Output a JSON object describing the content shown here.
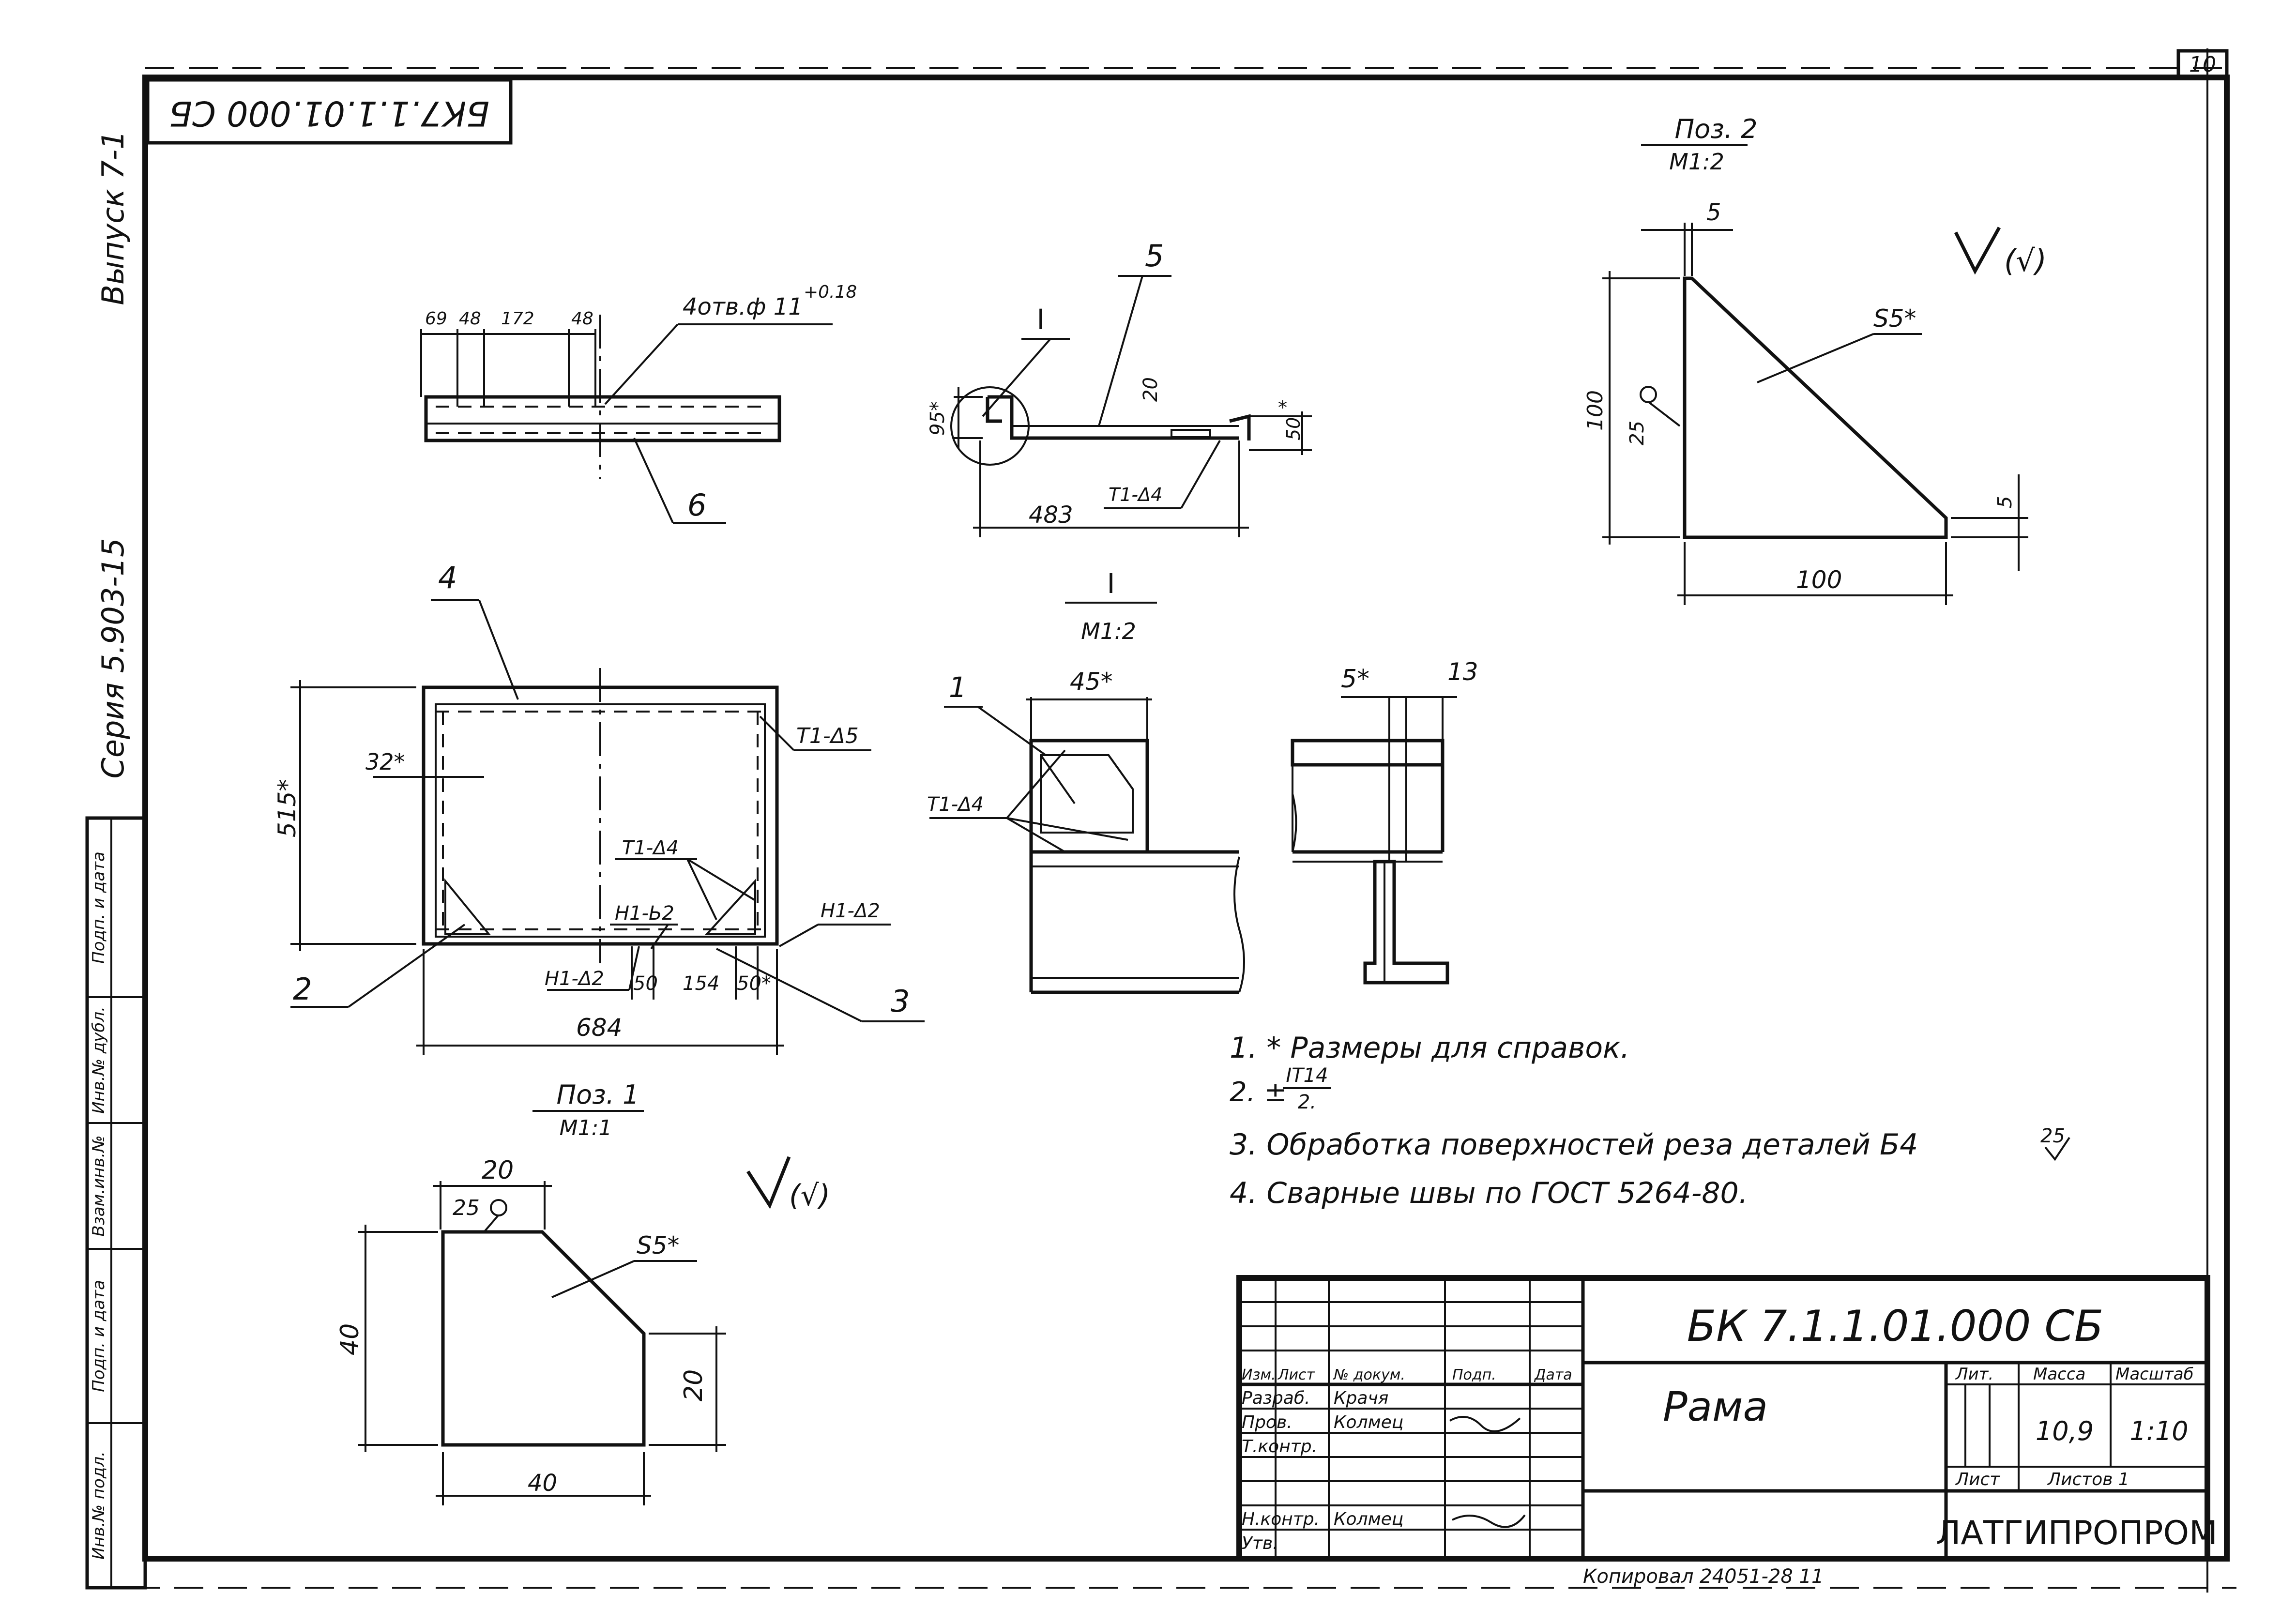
{
  "sheet_number": "10",
  "rotated_code": "БК7.1.1.01.000 СБ",
  "side_labels": {
    "issue": "Выпуск 7-1",
    "series": "Серия 5.903-15"
  },
  "stamp_column": [
    "Инв.№ подл.",
    "Подп. и дата",
    "Взам.инв.№",
    "Инв.№ дубл.",
    "Подп. и дата"
  ],
  "view_top": {
    "dims": [
      "69",
      "48",
      "172",
      "48"
    ],
    "holes": "4отв.ф 11",
    "tolerance": "+0.18",
    "leader": "6"
  },
  "view_section": {
    "callout": "I",
    "leader": "5",
    "dims": {
      "d20": "20",
      "d95": "95*",
      "d50": "50",
      "d483": "483",
      "star": "*"
    },
    "weld": "Т1-Δ4"
  },
  "view_plan": {
    "leader_top": "4",
    "dims": {
      "d32": "32*",
      "d515": "515*",
      "d684": "684",
      "d50a": "50",
      "d154": "154",
      "d50b": "50*"
    },
    "welds": {
      "t1d5": "Т1-Δ5",
      "t1d4": "Т1-Δ4",
      "h1b2": "Н1-Ь2",
      "h1d2_left": "Н1-Δ2",
      "h1d2_right": "Н1-Δ2"
    },
    "leaders": {
      "l2": "2",
      "l3": "3"
    }
  },
  "detail_I": {
    "title": "I",
    "scale": "М1:2",
    "dim45": "45*",
    "leader": "1",
    "weld": "Т1-Δ4"
  },
  "detail_side": {
    "dim5": "5*",
    "dim13": "13"
  },
  "pos2": {
    "title": "Поз. 2",
    "scale": "М1:2",
    "dims": {
      "d5": "5",
      "d100v": "100",
      "d25": "25",
      "d5r": "5",
      "d100h": "100"
    },
    "thickness": "S5*",
    "roughness": "(√)"
  },
  "pos1": {
    "title": "Поз. 1",
    "scale": "М1:1",
    "dims": {
      "d20": "20",
      "d25": "25",
      "d40": "40",
      "d20r": "20",
      "d40b": "40"
    },
    "thickness": "S5*",
    "roughness": "(√)"
  },
  "notes": {
    "n1": "1. * Размеры для справок.",
    "n2": "2. ±",
    "n2_fraction_num": "IT14",
    "n2_fraction_den": "2.",
    "n3": "3. Обработка поверхностей реза деталей Б4",
    "n3_roughness": "25",
    "n4": "4. Сварные швы по ГОСТ 5264-80."
  },
  "title_block": {
    "designation": "БК 7.1.1.01.000 СБ",
    "name": "Рама",
    "headers": [
      "Изм.",
      "Лист",
      "№ докум.",
      "Подп.",
      "Дата"
    ],
    "rows": [
      {
        "role": "Разраб.",
        "person": "Крачя"
      },
      {
        "role": "Пров.",
        "person": "Колмец"
      },
      {
        "role": "Т.контр.",
        "person": ""
      },
      {
        "role": "",
        "person": ""
      },
      {
        "role": "Н.контр.",
        "person": "Колмец"
      },
      {
        "role": "Утв.",
        "person": ""
      }
    ],
    "lit_label": "Лит.",
    "mass_label": "Масса",
    "scale_label": "Масштаб",
    "mass": "10,9",
    "scale": "1:10",
    "sheet_label": "Лист",
    "sheets_label": "Листов 1",
    "org": "ЛАТГИПРОПРОМ"
  },
  "footer": "Копировал 24051-28 11"
}
